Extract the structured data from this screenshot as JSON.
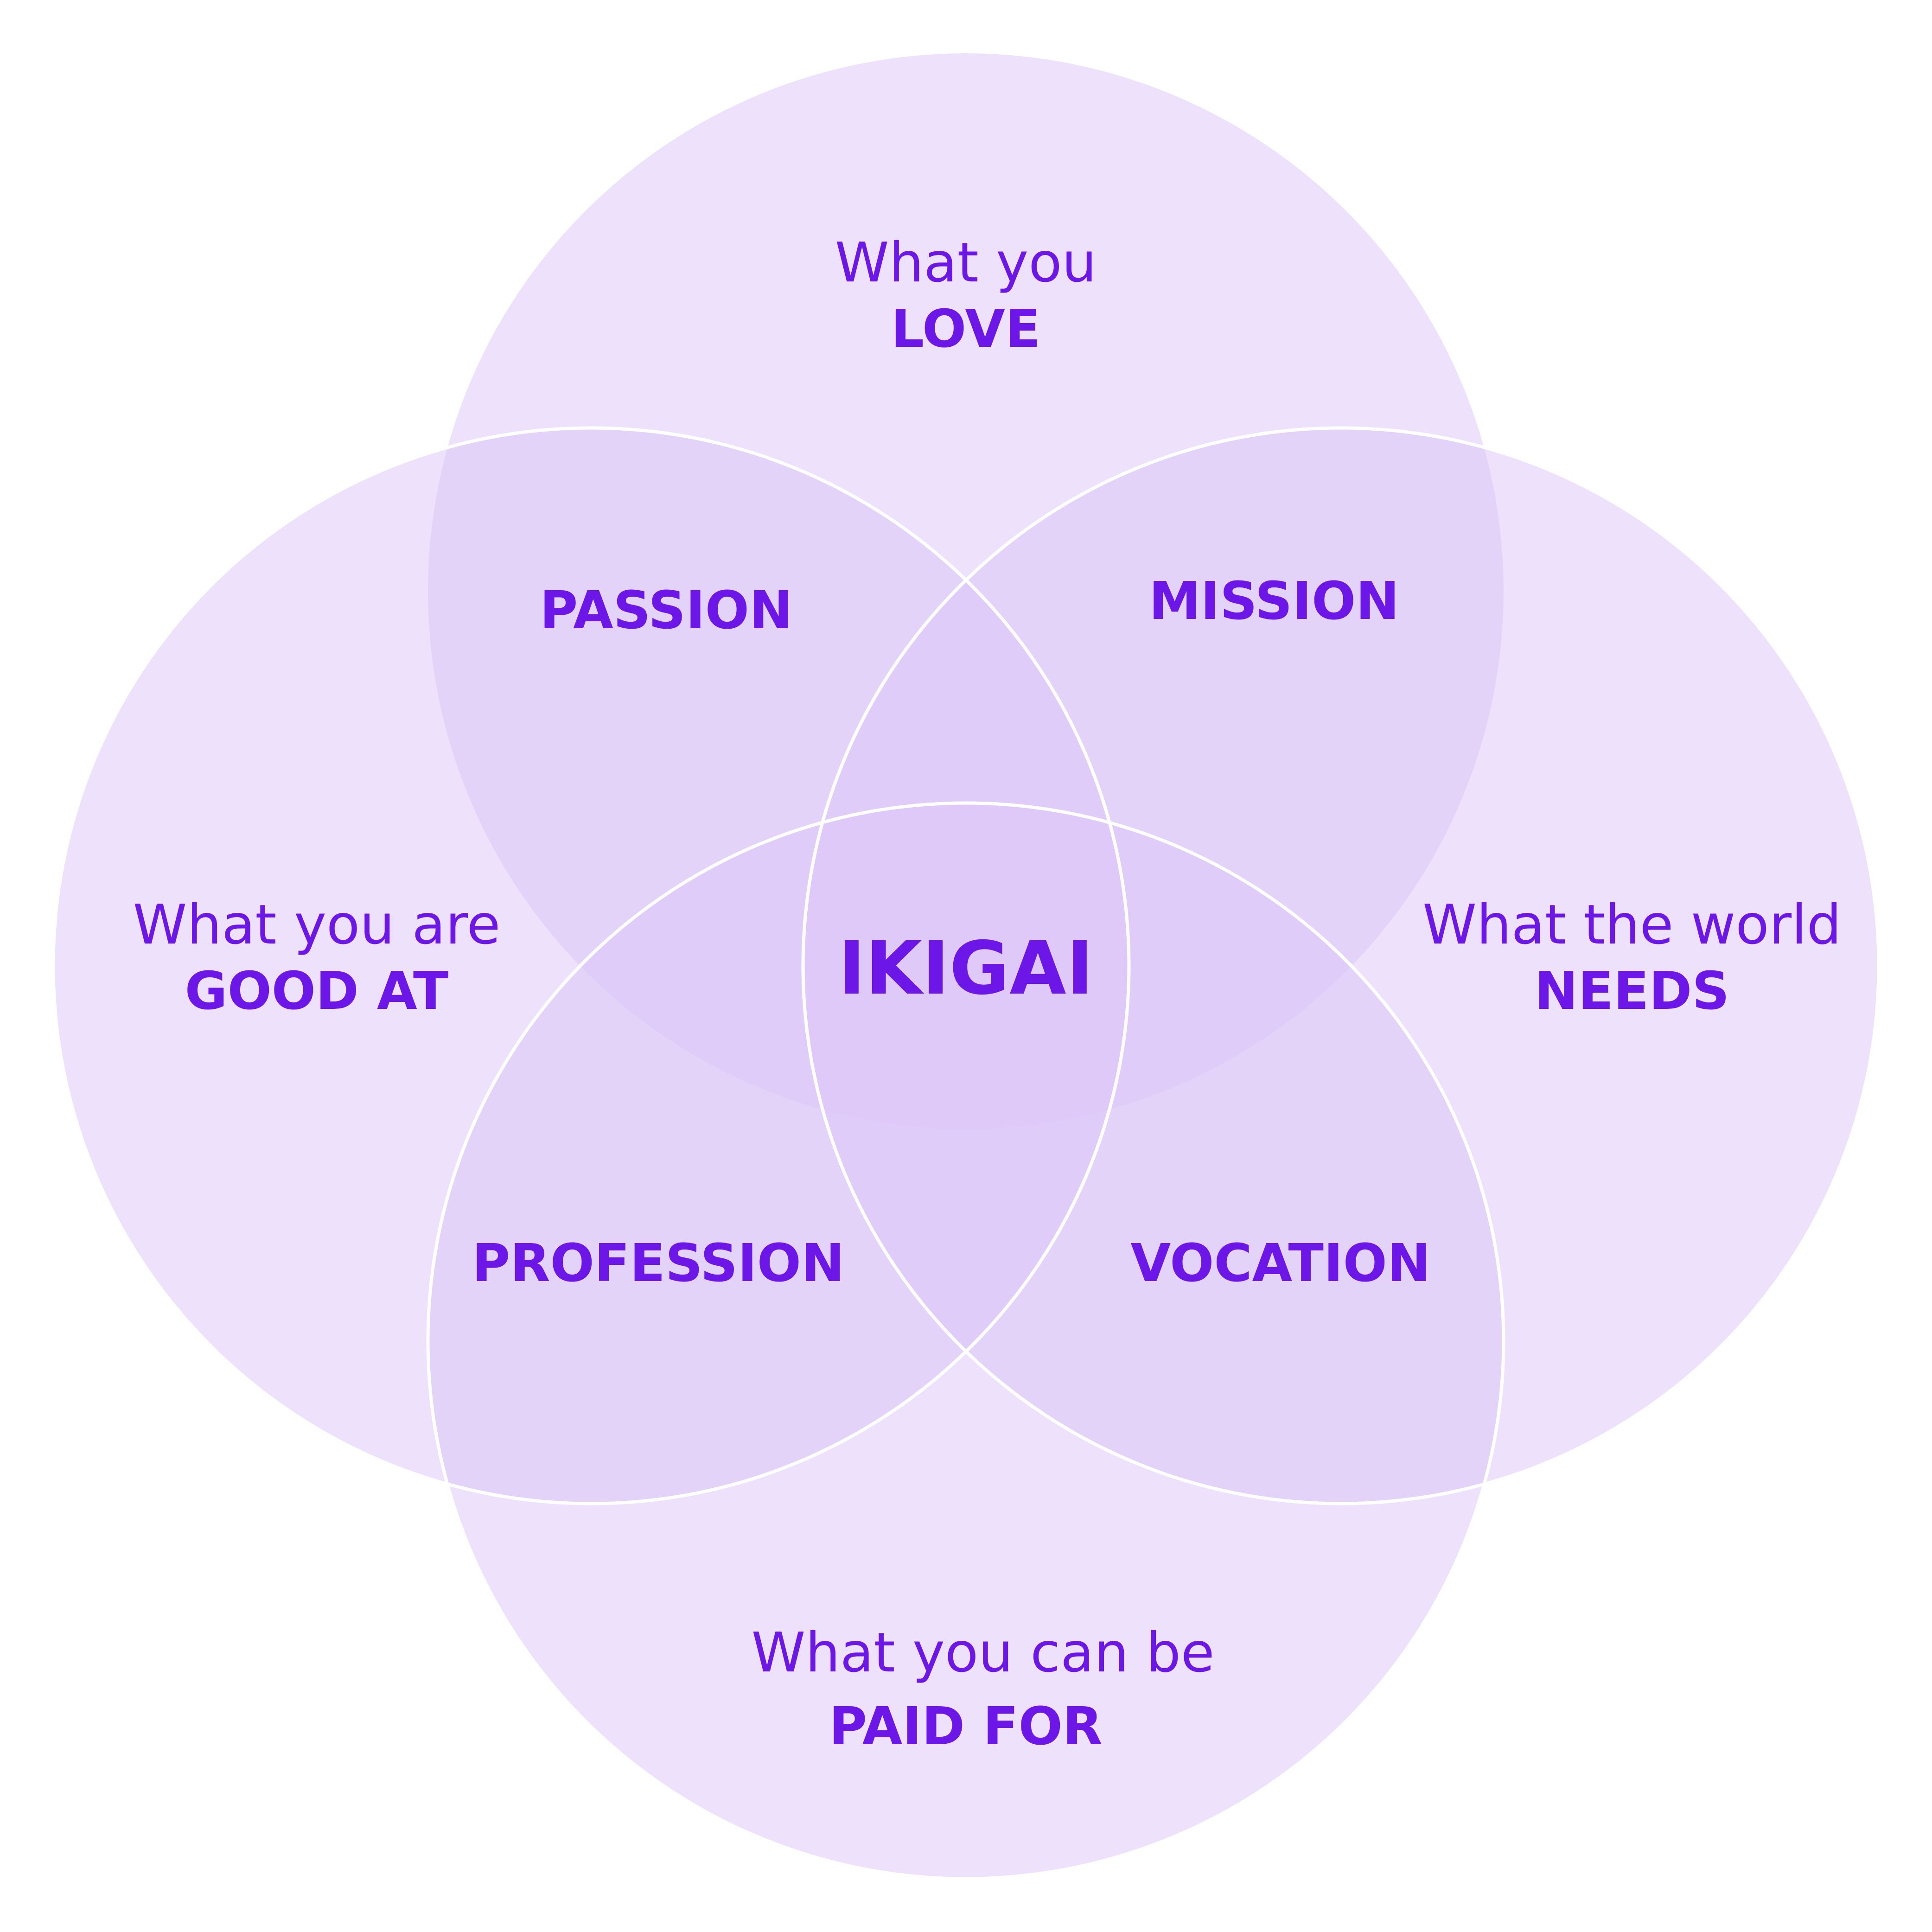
{
  "colors": {
    "circle_fill": "#dcc6f7",
    "text": "#6c17e8",
    "background": "#ffffff"
  },
  "circles": [
    {
      "name": "love",
      "line1": "What you",
      "line2": "LOVE"
    },
    {
      "name": "good-at",
      "line1": "What you are",
      "line2": "GOOD AT"
    },
    {
      "name": "world-needs",
      "line1": "What the world",
      "line2": "NEEDS"
    },
    {
      "name": "paid-for",
      "line1": "What you can be",
      "line2": "PAID FOR"
    }
  ],
  "intersections": {
    "passion": "PASSION",
    "mission": "MISSION",
    "profession": "PROFESSION",
    "vocation": "VOCATION"
  },
  "center": "IKIGAI"
}
